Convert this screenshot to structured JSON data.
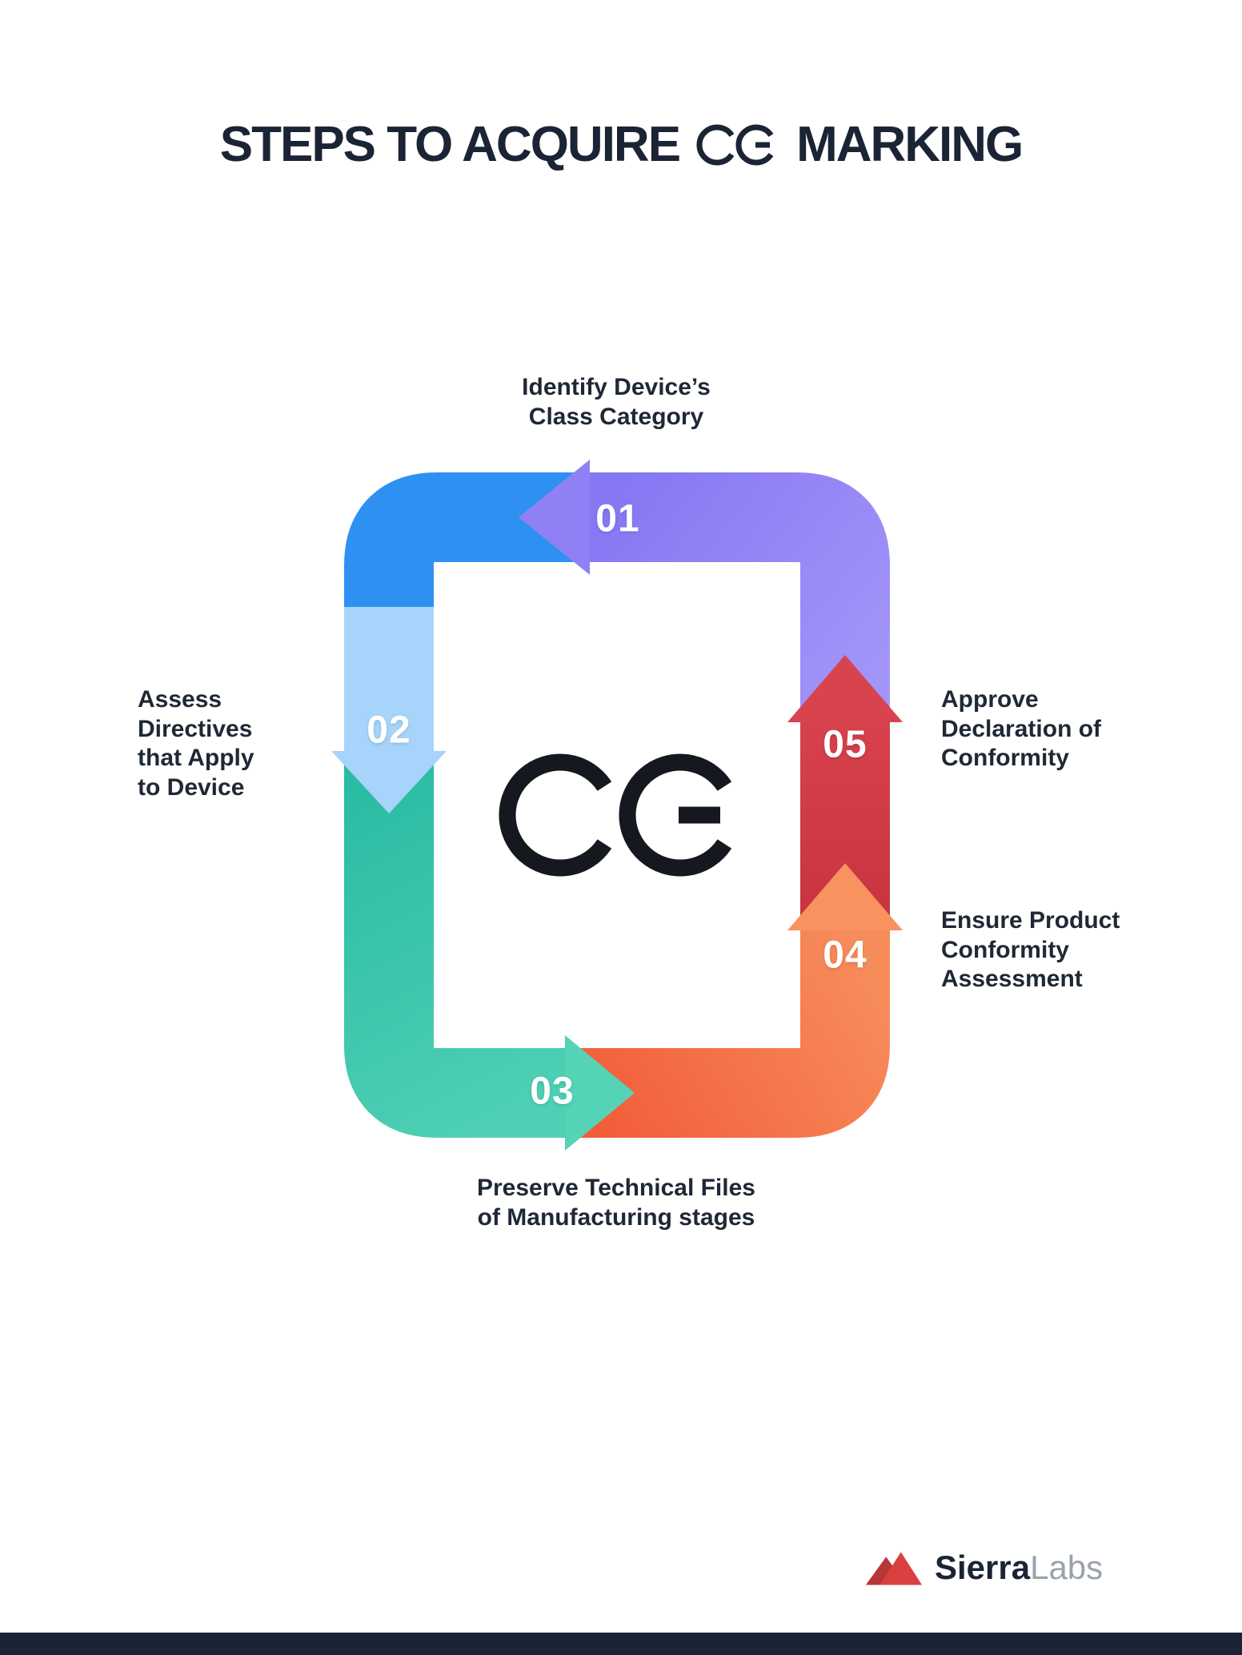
{
  "title": {
    "prefix": "STEPS TO ACQUIRE",
    "suffix": "MARKING",
    "ce_symbol": "CE"
  },
  "center": {
    "ce_symbol": "CE"
  },
  "steps": [
    {
      "num": "01",
      "label": "Identify Device’s\nClass Category",
      "color": "#8f81f5"
    },
    {
      "num": "02",
      "label": "Assess\nDirectives\nthat Apply\nto Device",
      "color": "#a6d4fa"
    },
    {
      "num": "03",
      "label": "Preserve Technical Files\nof Manufacturing stages",
      "color": "#3cc9ad"
    },
    {
      "num": "04",
      "label": "Ensure Product\nConformity\nAssessment",
      "color": "#f8925f"
    },
    {
      "num": "05",
      "label": "Approve\nDeclaration of\nConformity",
      "color": "#d9434d"
    }
  ],
  "footer": {
    "brand_bold": "Sierra",
    "brand_light": "Labs"
  },
  "colors": {
    "title_text": "#1b2435",
    "label_text": "#1f2835",
    "connector_blue": "#2e91f1",
    "purple": "#8f81f5",
    "light_blue": "#a6d4fa",
    "teal": "#3cc9ad",
    "orange": "#f2603c",
    "red": "#d9434d",
    "bottom_bar": "#1b2435",
    "brand_red": "#d94040",
    "background": "#ffffff"
  }
}
